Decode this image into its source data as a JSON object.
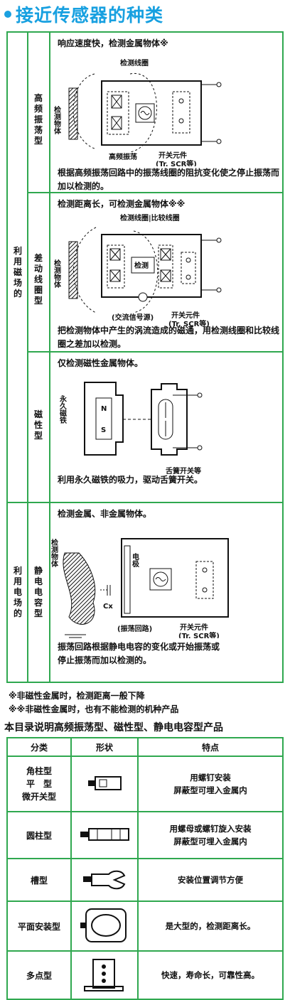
{
  "page_title": "接近传感器的种类",
  "classification": {
    "group_magnetic": "利用磁场的",
    "group_electric": "利用电场的",
    "rows": [
      {
        "name": "高频振荡型",
        "top_text": "响应速度快，检测金属物体※",
        "bottom_text": "根据高频振荡回路中的振荡线圈的阻抗变化使之停止振荡而加以检测的。",
        "labels": [
          "检测线圈",
          "检测物体",
          "高频振荡",
          "开关元件",
          "(Tr, SCR等)"
        ]
      },
      {
        "name": "差动线圈型",
        "top_text": "检测距离长，可检测金属物体※※",
        "bottom_text": "把检测物体中产生的涡流造成的磁通，用检测线圈和比较线圈之差加以检测。",
        "labels": [
          "检测线圈",
          "比较线圈",
          "检测物体",
          "检测",
          "(交流信号源)",
          "开关元件",
          "(Tr, SCR等)"
        ]
      },
      {
        "name": "磁性型",
        "top_text": "仅检测磁性金属物体。",
        "bottom_text": "利用永久磁铁的吸力，驱动舌簧开关。",
        "labels": [
          "永久磁铁",
          "N",
          "S",
          "舌簧开关等"
        ]
      },
      {
        "name": "静电电容型",
        "top_text": "检测金属、非金属物体。",
        "bottom_text": "振荡回路根据静电电容的变化或开始振荡或停止振荡而加以检测的。",
        "labels": [
          "检测物体",
          "电极",
          "Cx",
          "(振荡回路)",
          "开关元件",
          "(Tr, SCR等)"
        ]
      }
    ]
  },
  "notes": [
    "※非磁性金属时，检测距离一般下降",
    "※※非磁性金属时，也有不能检测的机种产品"
  ],
  "product_section_title": "本目录说明高频振荡型、磁性型、静电电容型产品",
  "product_table": {
    "headers": [
      "分类",
      "形状",
      "特点"
    ],
    "rows": [
      {
        "type": "角柱型\n平　型\n微开关型",
        "shape_icon": "square-sensor-icon",
        "feature": "用螺钉安装\n屏蔽型可埋入金属内"
      },
      {
        "type": "圆柱型",
        "shape_icon": "cylinder-sensor-icon",
        "feature": "用螺母或螺钉旋入安装\n屏蔽型可埋入金属内"
      },
      {
        "type": "槽型",
        "shape_icon": "slot-sensor-icon",
        "feature": "安装位置调节方便"
      },
      {
        "type": "平面安装型",
        "shape_icon": "flat-mount-sensor-icon",
        "feature": "是大型的，检测距离长。"
      },
      {
        "type": "多点型",
        "shape_icon": "multipoint-sensor-icon",
        "feature": "快速，寿命长，可靠性高。"
      }
    ]
  },
  "colors": {
    "title": "#17a0e0",
    "grid": "#2fa84f"
  }
}
